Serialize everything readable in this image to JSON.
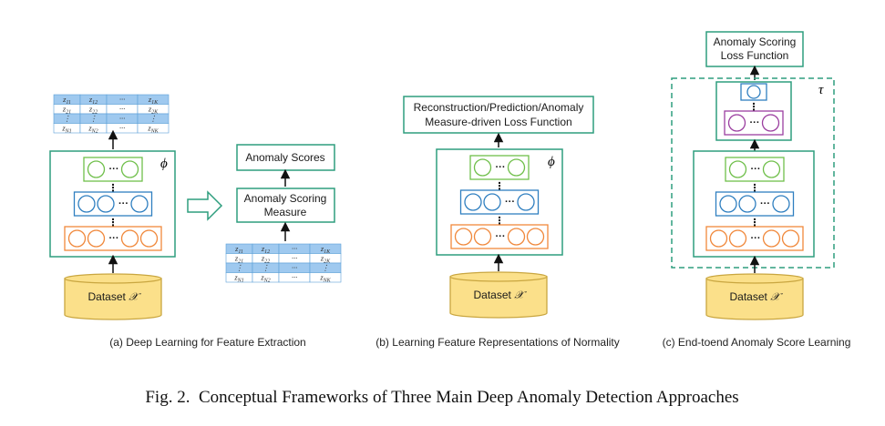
{
  "colors": {
    "teal": "#2e9e7e",
    "green": "#6fbf4a",
    "blue": "#2f7fc0",
    "orange": "#f0883b",
    "purple": "#9b3fa0",
    "cylinder_fill": "#fbe08a",
    "cylinder_stroke": "#c9a640",
    "matrix_blue": "#9fc9ef",
    "matrix_white": "#ffffff",
    "arrow_teal": "#2e9e7e"
  },
  "panel_a": {
    "dataset": "Dataset",
    "dataset_symbol": "𝒳",
    "phi": "ϕ",
    "dots": "···",
    "result_top": "Anomaly Scores",
    "result_bottom_line1": "Anomaly Scoring",
    "result_bottom_line2": "Measure",
    "caption": "(a) Deep Learning for Feature Extraction"
  },
  "panel_b": {
    "dataset": "Dataset",
    "dataset_symbol": "𝒳",
    "phi": "ϕ",
    "loss_line1": "Reconstruction/Prediction/Anomaly",
    "loss_line2": "Measure-driven Loss Function",
    "caption": "(b) Learning Feature Representations of Normality"
  },
  "panel_c": {
    "dataset": "Dataset",
    "dataset_symbol": "𝒳",
    "tau": "τ",
    "loss_line1": "Anomaly Scoring",
    "loss_line2": "Loss Function",
    "caption": "(c) End-toend Anomaly Score Learning"
  },
  "matrix": {
    "rows": [
      [
        "z11",
        "z12",
        "···",
        "z1K"
      ],
      [
        "z21",
        "z22",
        "···",
        "z2K"
      ],
      [
        "⋮",
        "⋮",
        "···",
        "⋮"
      ],
      [
        "zN1",
        "zN2",
        "···",
        "zNK"
      ]
    ]
  },
  "figure_caption": "Fig. 2.  Conceptual Frameworks of Three Main Deep Anomaly Detection Approaches"
}
